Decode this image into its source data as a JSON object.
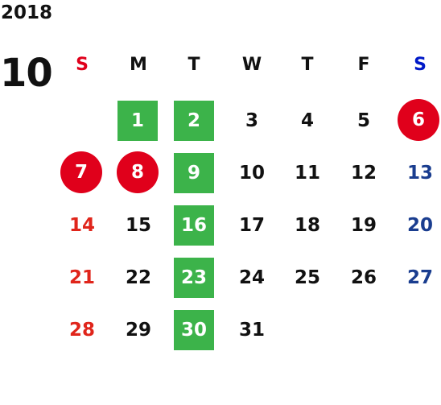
{
  "year": "2018",
  "month": "10",
  "weekdays": [
    {
      "label": "S",
      "color": "#e0001b"
    },
    {
      "label": "M",
      "color": "#111111"
    },
    {
      "label": "T",
      "color": "#111111"
    },
    {
      "label": "W",
      "color": "#111111"
    },
    {
      "label": "T",
      "color": "#111111"
    },
    {
      "label": "F",
      "color": "#111111"
    },
    {
      "label": "S",
      "color": "#0019c8"
    }
  ],
  "days": {
    "d1": "1",
    "d2": "2",
    "d3": "3",
    "d4": "4",
    "d5": "5",
    "d6": "6",
    "d7": "7",
    "d8": "8",
    "d9": "9",
    "d10": "10",
    "d11": "11",
    "d12": "12",
    "d13": "13",
    "d14": "14",
    "d15": "15",
    "d16": "16",
    "d17": "17",
    "d18": "18",
    "d19": "19",
    "d20": "20",
    "d21": "21",
    "d22": "22",
    "d23": "23",
    "d24": "24",
    "d25": "25",
    "d26": "26",
    "d27": "27",
    "d28": "28",
    "d29": "29",
    "d30": "30",
    "d31": "31"
  },
  "colors": {
    "green_highlight": "#3cb34a",
    "red_circle": "#e0001b",
    "sunday_text": "#e0251b",
    "saturday_text": "#1a3d8f"
  }
}
